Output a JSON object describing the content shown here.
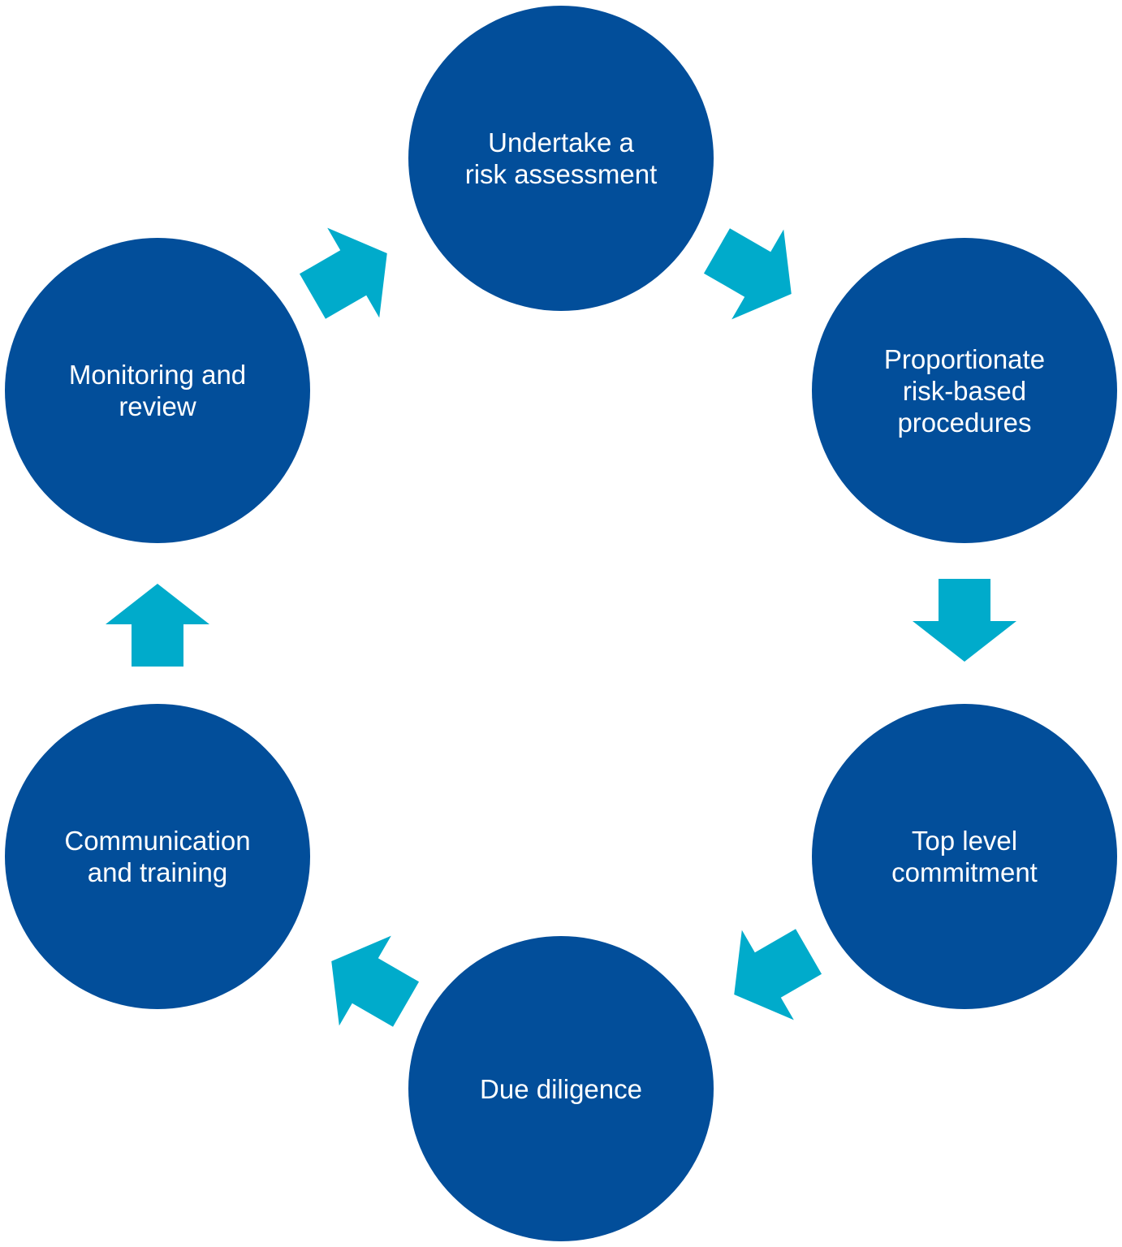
{
  "colors": {
    "node_fill": "#024e9a",
    "arrow_fill": "#00abcb",
    "text": "#ffffff",
    "background": "#ffffff"
  },
  "nodes": [
    {
      "id": "undertake-risk-assessment",
      "lines": [
        "Undertake a",
        "risk assessment"
      ]
    },
    {
      "id": "proportionate-procedures",
      "lines": [
        "Proportionate",
        "risk-based",
        "procedures"
      ]
    },
    {
      "id": "top-level-commitment",
      "lines": [
        "Top level",
        "commitment"
      ]
    },
    {
      "id": "due-diligence",
      "lines": [
        "Due diligence"
      ]
    },
    {
      "id": "communication-training",
      "lines": [
        "Communication",
        "and training"
      ]
    },
    {
      "id": "monitoring-review",
      "lines": [
        "Monitoring and",
        "review"
      ]
    }
  ],
  "cycle_direction": "clockwise"
}
